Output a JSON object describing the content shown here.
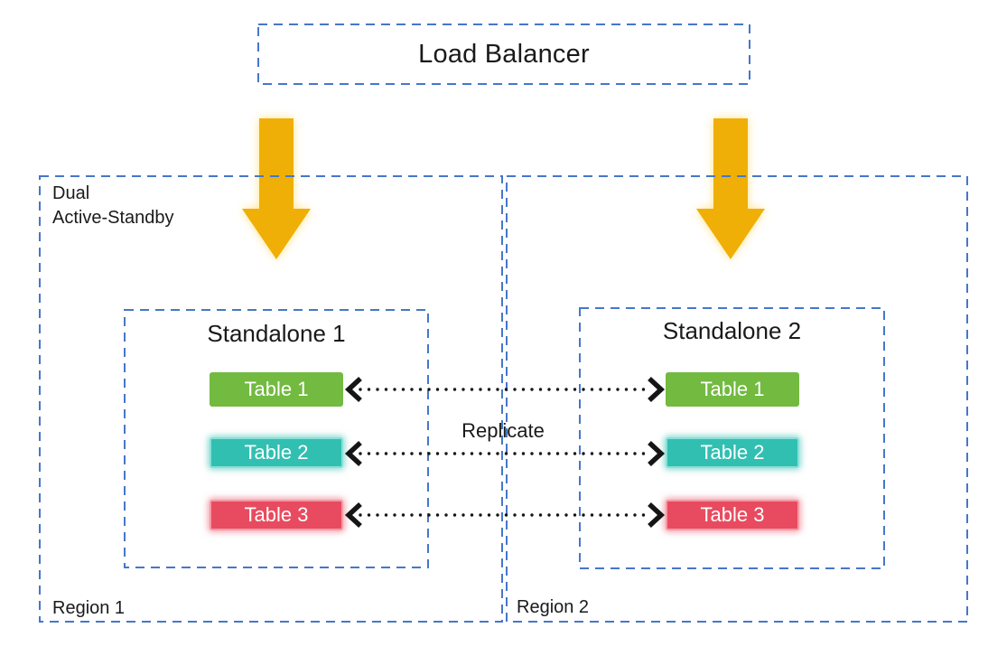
{
  "load_balancer": {
    "label": "Load Balancer"
  },
  "annotation": {
    "line1": "Dual",
    "line2": "Active-Standby"
  },
  "flow": {
    "replicate_label": "Replicate"
  },
  "regions": [
    {
      "label": "Region 1",
      "standalone": {
        "title": "Standalone 1",
        "tables": [
          {
            "label": "Table 1",
            "color": "#72BA40"
          },
          {
            "label": "Table 2",
            "color": "#31BFB1"
          },
          {
            "label": "Table 3",
            "color": "#E84B5F"
          }
        ]
      }
    },
    {
      "label": "Region 2",
      "standalone": {
        "title": "Standalone 2",
        "tables": [
          {
            "label": "Table 1",
            "color": "#72BA40"
          },
          {
            "label": "Table 2",
            "color": "#31BFB1"
          },
          {
            "label": "Table 3",
            "color": "#E84B5F"
          }
        ]
      }
    }
  ],
  "colors": {
    "dashed_border": "#4677C8",
    "arrow_gold": "#EFAF06",
    "table_green": "#72BA40",
    "table_teal": "#31BFB1",
    "table_red": "#E84B5F",
    "connector_black": "#151515"
  }
}
